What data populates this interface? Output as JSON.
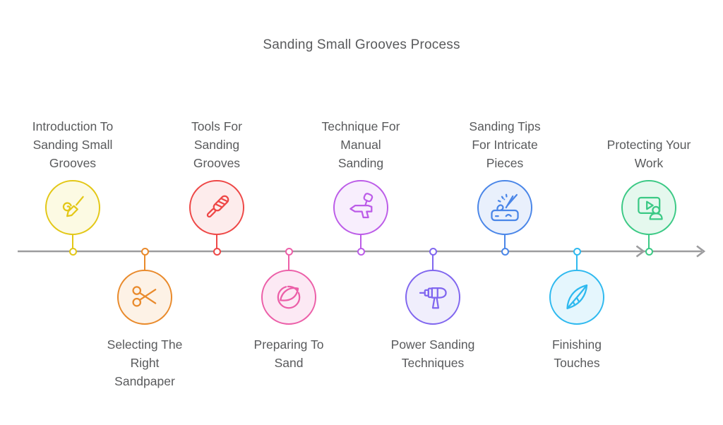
{
  "title": "Sanding Small Grooves Process",
  "colors": {
    "axis": "#9c9c9e",
    "text": "#595a5c"
  },
  "steps": [
    {
      "name": "introduction-to-sanding-small-grooves",
      "label": "Introduction To Sanding Small Grooves",
      "lines": [
        "Introduction To",
        "Sanding Small",
        "Grooves"
      ],
      "icon": "paintbrush-icon",
      "stroke": "#e3c716",
      "fill": "#fcfae3",
      "position": "above"
    },
    {
      "name": "selecting-the-right-sandpaper",
      "label": "Selecting The Right Sandpaper",
      "lines": [
        "Selecting The",
        "Right",
        "Sandpaper"
      ],
      "icon": "scissors-icon",
      "stroke": "#e98a2b",
      "fill": "#fdf2e6",
      "position": "below"
    },
    {
      "name": "tools-for-sanding-grooves",
      "label": "Tools For Sanding Grooves",
      "lines": [
        "Tools For",
        "Sanding",
        "Grooves"
      ],
      "icon": "sanding-file-icon",
      "stroke": "#ee4746",
      "fill": "#fdecec",
      "position": "above"
    },
    {
      "name": "preparing-to-sand",
      "label": "Preparing To Sand",
      "lines": [
        "Preparing To",
        "Sand"
      ],
      "icon": "leaf-slice-icon",
      "stroke": "#ec5fa8",
      "fill": "#fce9f4",
      "position": "below"
    },
    {
      "name": "technique-for-manual-sanding",
      "label": "Technique For Manual Sanding",
      "lines": [
        "Technique For",
        "Manual",
        "Sanding"
      ],
      "icon": "spray-gun-icon",
      "stroke": "#bc5ce8",
      "fill": "#f8eefd",
      "position": "above"
    },
    {
      "name": "power-sanding-techniques",
      "label": "Power Sanding Techniques",
      "lines": [
        "Power Sanding",
        "Techniques"
      ],
      "icon": "drill-icon",
      "stroke": "#8066ef",
      "fill": "#f0eefc",
      "position": "below"
    },
    {
      "name": "sanding-tips-for-intricate-pieces",
      "label": "Sanding Tips For Intricate Pieces",
      "lines": [
        "Sanding Tips",
        "For Intricate",
        "Pieces"
      ],
      "icon": "carving-tool-icon",
      "stroke": "#4a86e8",
      "fill": "#e9f0fc",
      "position": "above"
    },
    {
      "name": "finishing-touches",
      "label": "Finishing Touches",
      "lines": [
        "Finishing",
        "Touches"
      ],
      "icon": "feather-icon",
      "stroke": "#2eb9ef",
      "fill": "#e5f6fd",
      "position": "below"
    },
    {
      "name": "protecting-your-work",
      "label": "Protecting Your Work",
      "lines": [
        "Protecting Your",
        "Work"
      ],
      "icon": "video-tutorial-icon",
      "stroke": "#3bc985",
      "fill": "#e5f8ee",
      "position": "above"
    }
  ]
}
